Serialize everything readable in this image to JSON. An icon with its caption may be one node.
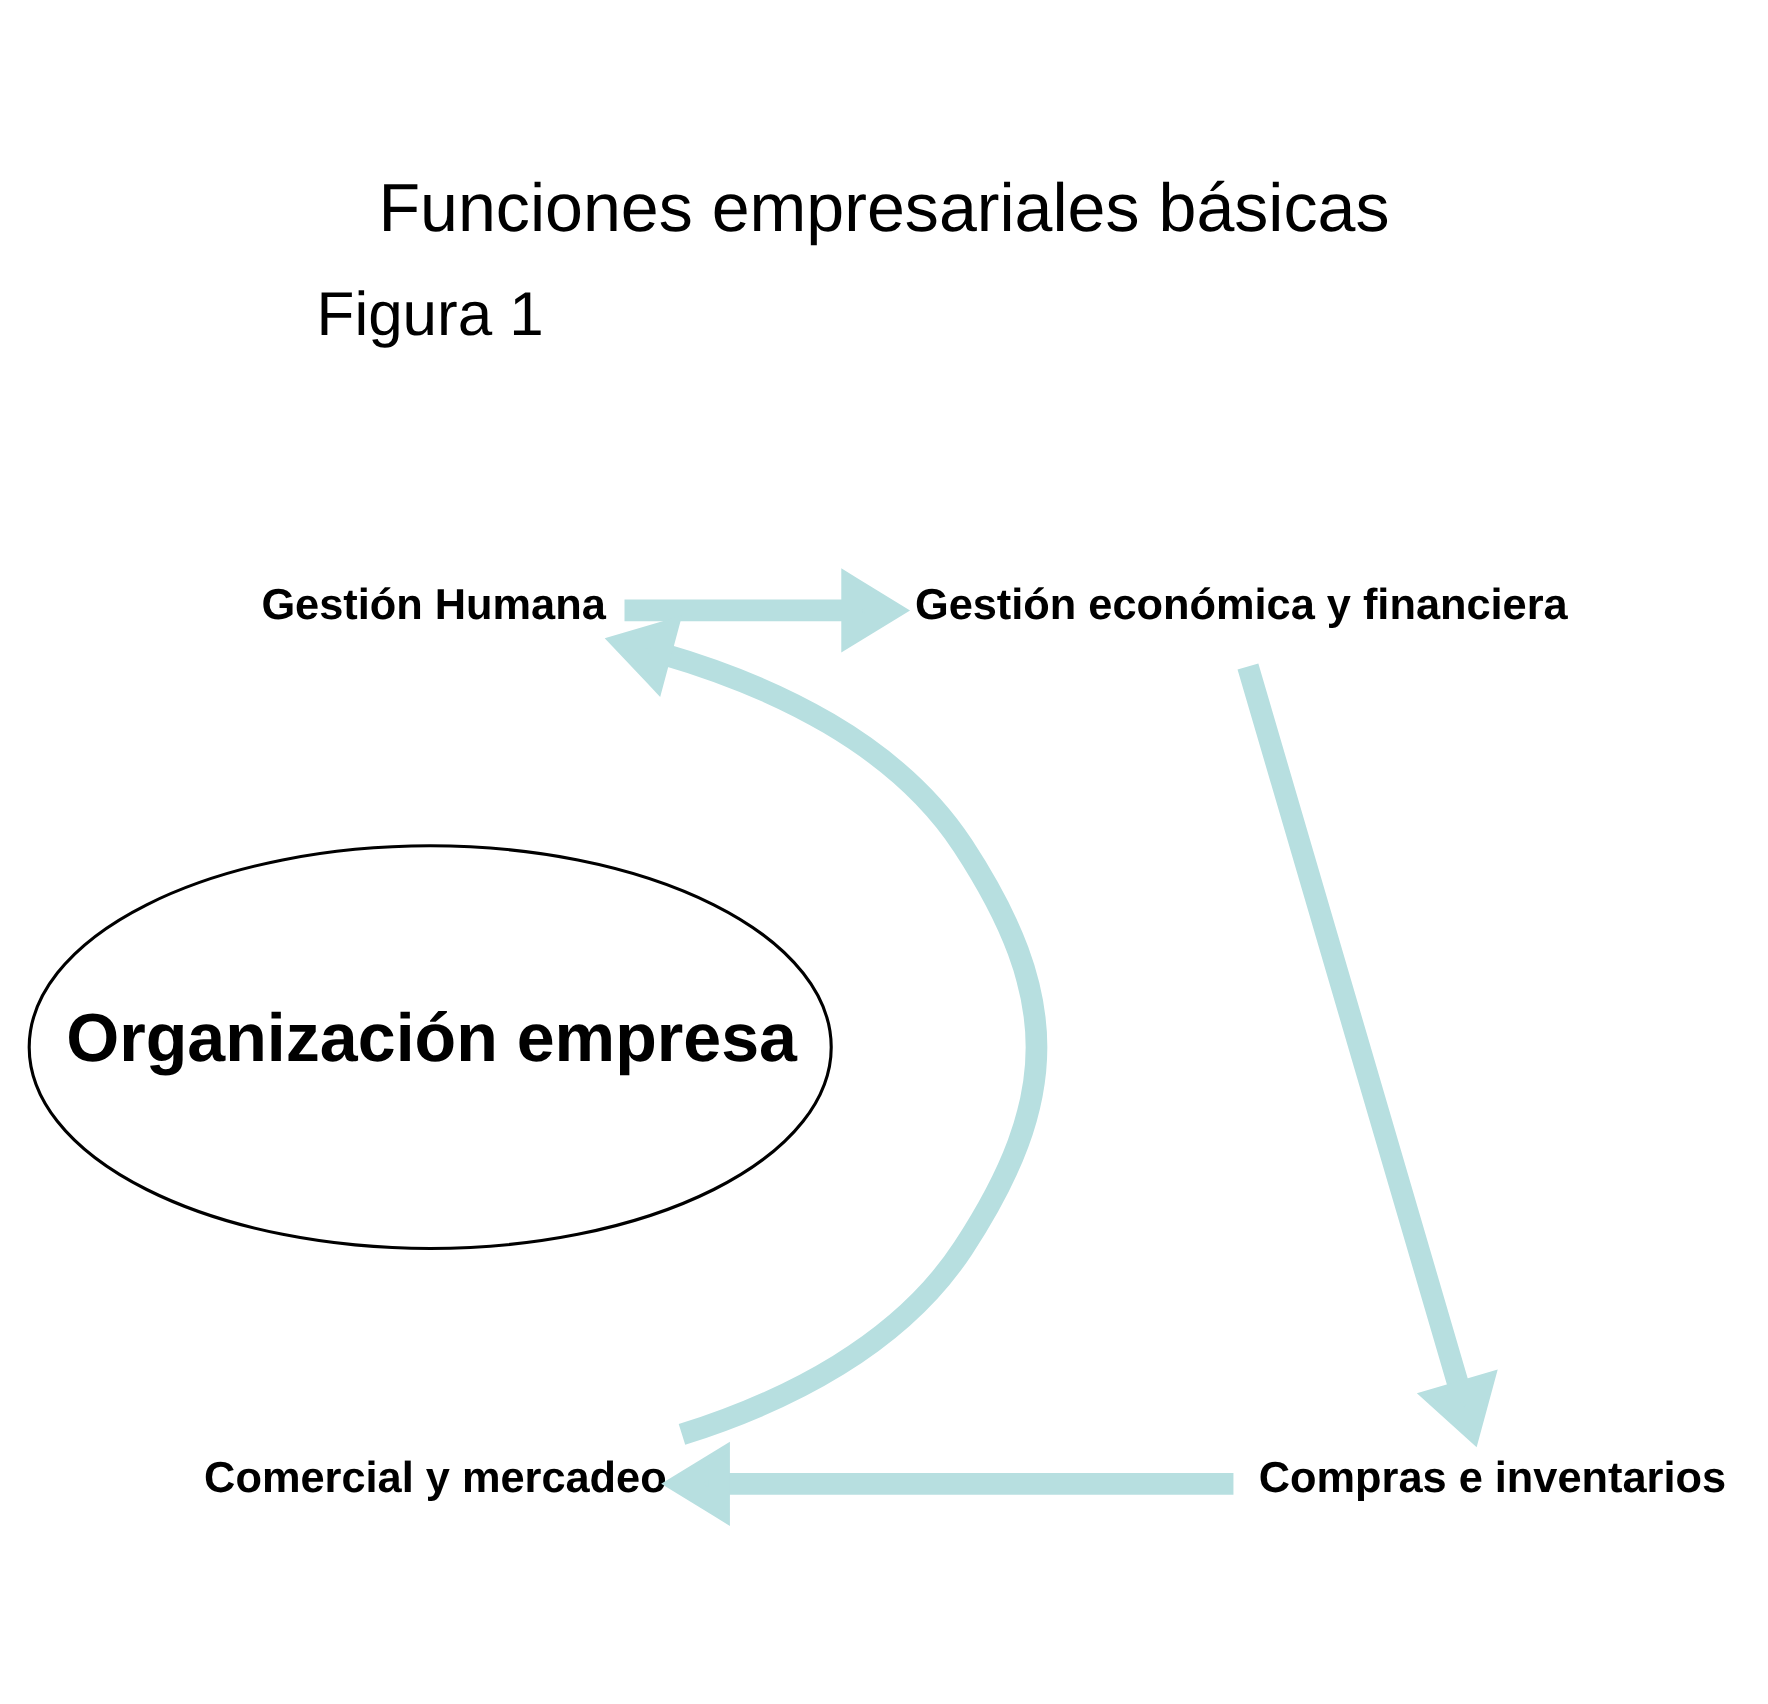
{
  "diagram": {
    "title": "Funciones empresariales básicas",
    "nodes": [
      {
        "text": [
          "Organización empresa"
        ]
      },
      {
        "text": [
          "Gestión Humana"
        ]
      },
      {
        "text": [
          "Gestión económica y financiera"
        ]
      },
      {
        "text": [
          "Compras e inventarios"
        ]
      },
      {
        "text": [
          "Comercial y mercadeo"
        ]
      }
    ],
    "edges": [
      {
        "from": 1,
        "to": 2,
        "arrow": "to"
      },
      {
        "from": 2,
        "to": 3,
        "arrow": "to"
      },
      {
        "from": 3,
        "to": 4,
        "arrow": "to"
      },
      {
        "from": 4,
        "to": 1,
        "arrow": "to"
      }
    ],
    "labels": [
      "Figura 1"
    ]
  }
}
